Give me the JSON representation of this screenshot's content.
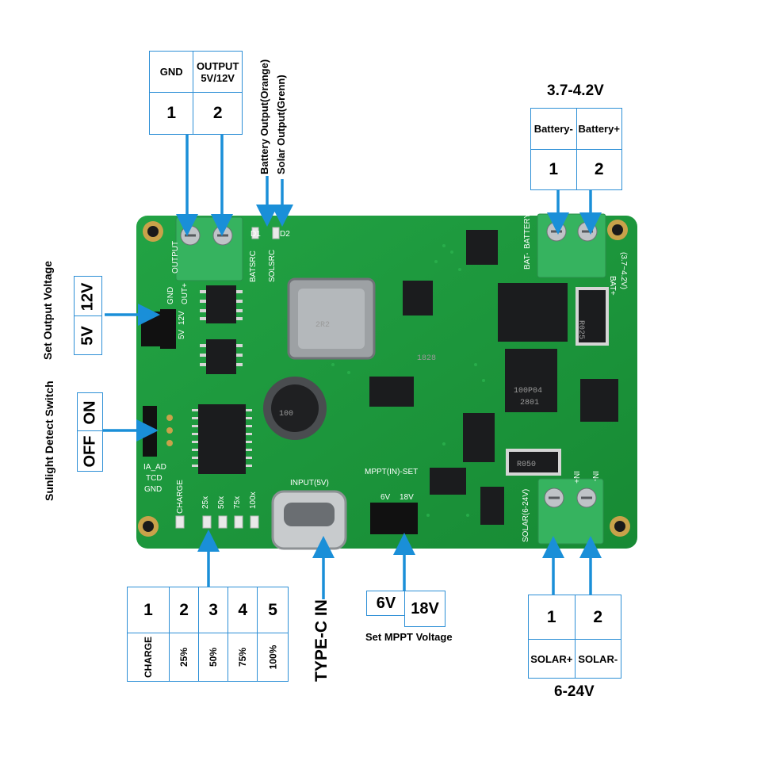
{
  "output_terminal": {
    "headers": [
      "GND",
      "OUTPUT 5V/12V"
    ],
    "pins": [
      "1",
      "2"
    ]
  },
  "led_outputs": {
    "battery": "Battery Output(Orange)",
    "solar": "Solar Output(Grenn)"
  },
  "battery_terminal": {
    "voltage": "3.7-4.2V",
    "headers": [
      "Battery-",
      "Battery+"
    ],
    "pins": [
      "1",
      "2"
    ]
  },
  "output_voltage_select": {
    "caption": "Set Output Voltage",
    "options": [
      "12V",
      "5V"
    ]
  },
  "sunlight_switch": {
    "caption": "Sunlight Detect Switch",
    "options": [
      "ON",
      "OFF"
    ]
  },
  "charge_indicators": {
    "numbers": [
      "1",
      "2",
      "3",
      "4",
      "5"
    ],
    "labels": [
      "CHARGE",
      "25%",
      "50%",
      "75%",
      "100%"
    ]
  },
  "typec": {
    "label": "TYPE-C IN"
  },
  "mppt": {
    "options": [
      "6V",
      "18V"
    ],
    "caption": "Set MPPT Voltage"
  },
  "solar_terminal": {
    "pins": [
      "1",
      "2"
    ],
    "headers": [
      "SOLAR+",
      "SOLAR-"
    ],
    "voltage": "6-24V"
  },
  "board_silkscreen": {
    "output": "OUTPUT",
    "gnd": "GND",
    "out_plus": "OUT+",
    "batsrc": "BATSRC",
    "solsrc": "SOLSRC",
    "d1": "D1",
    "d2": "D2",
    "bat_minus": "BAT-",
    "battery": "BATTERY",
    "bat_plus": "BAT+",
    "bat_range": "(3.7~4.2V)",
    "inductor_big": "2R2",
    "inductor_small": "100",
    "resistor1": "R025",
    "resistor2": "R050",
    "mosfet": "100P04",
    "mosfet_sub": "2801",
    "chip_code": "1828",
    "input5v": "INPUT(5V)",
    "mppt_set": "MPPT(IN)-SET",
    "jp_6v": "6V",
    "jp_18v": "18V",
    "ia_ad": "IA_AD",
    "tcd": "TCD",
    "gnd2": "GND",
    "charge": "CHARGE",
    "p25": "25x",
    "p50": "50x",
    "p75": "75x",
    "p100": "100x",
    "solar_range": "SOLAR(6-24V)",
    "in_plus": "IN+",
    "in_minus": "IN-",
    "j12v": "12V",
    "j5v": "5V"
  },
  "colors": {
    "pcb": "#1f9a3c",
    "terminal": "#35b15e",
    "arrow": "#1a8fd8",
    "border": "#2d8fd6"
  }
}
